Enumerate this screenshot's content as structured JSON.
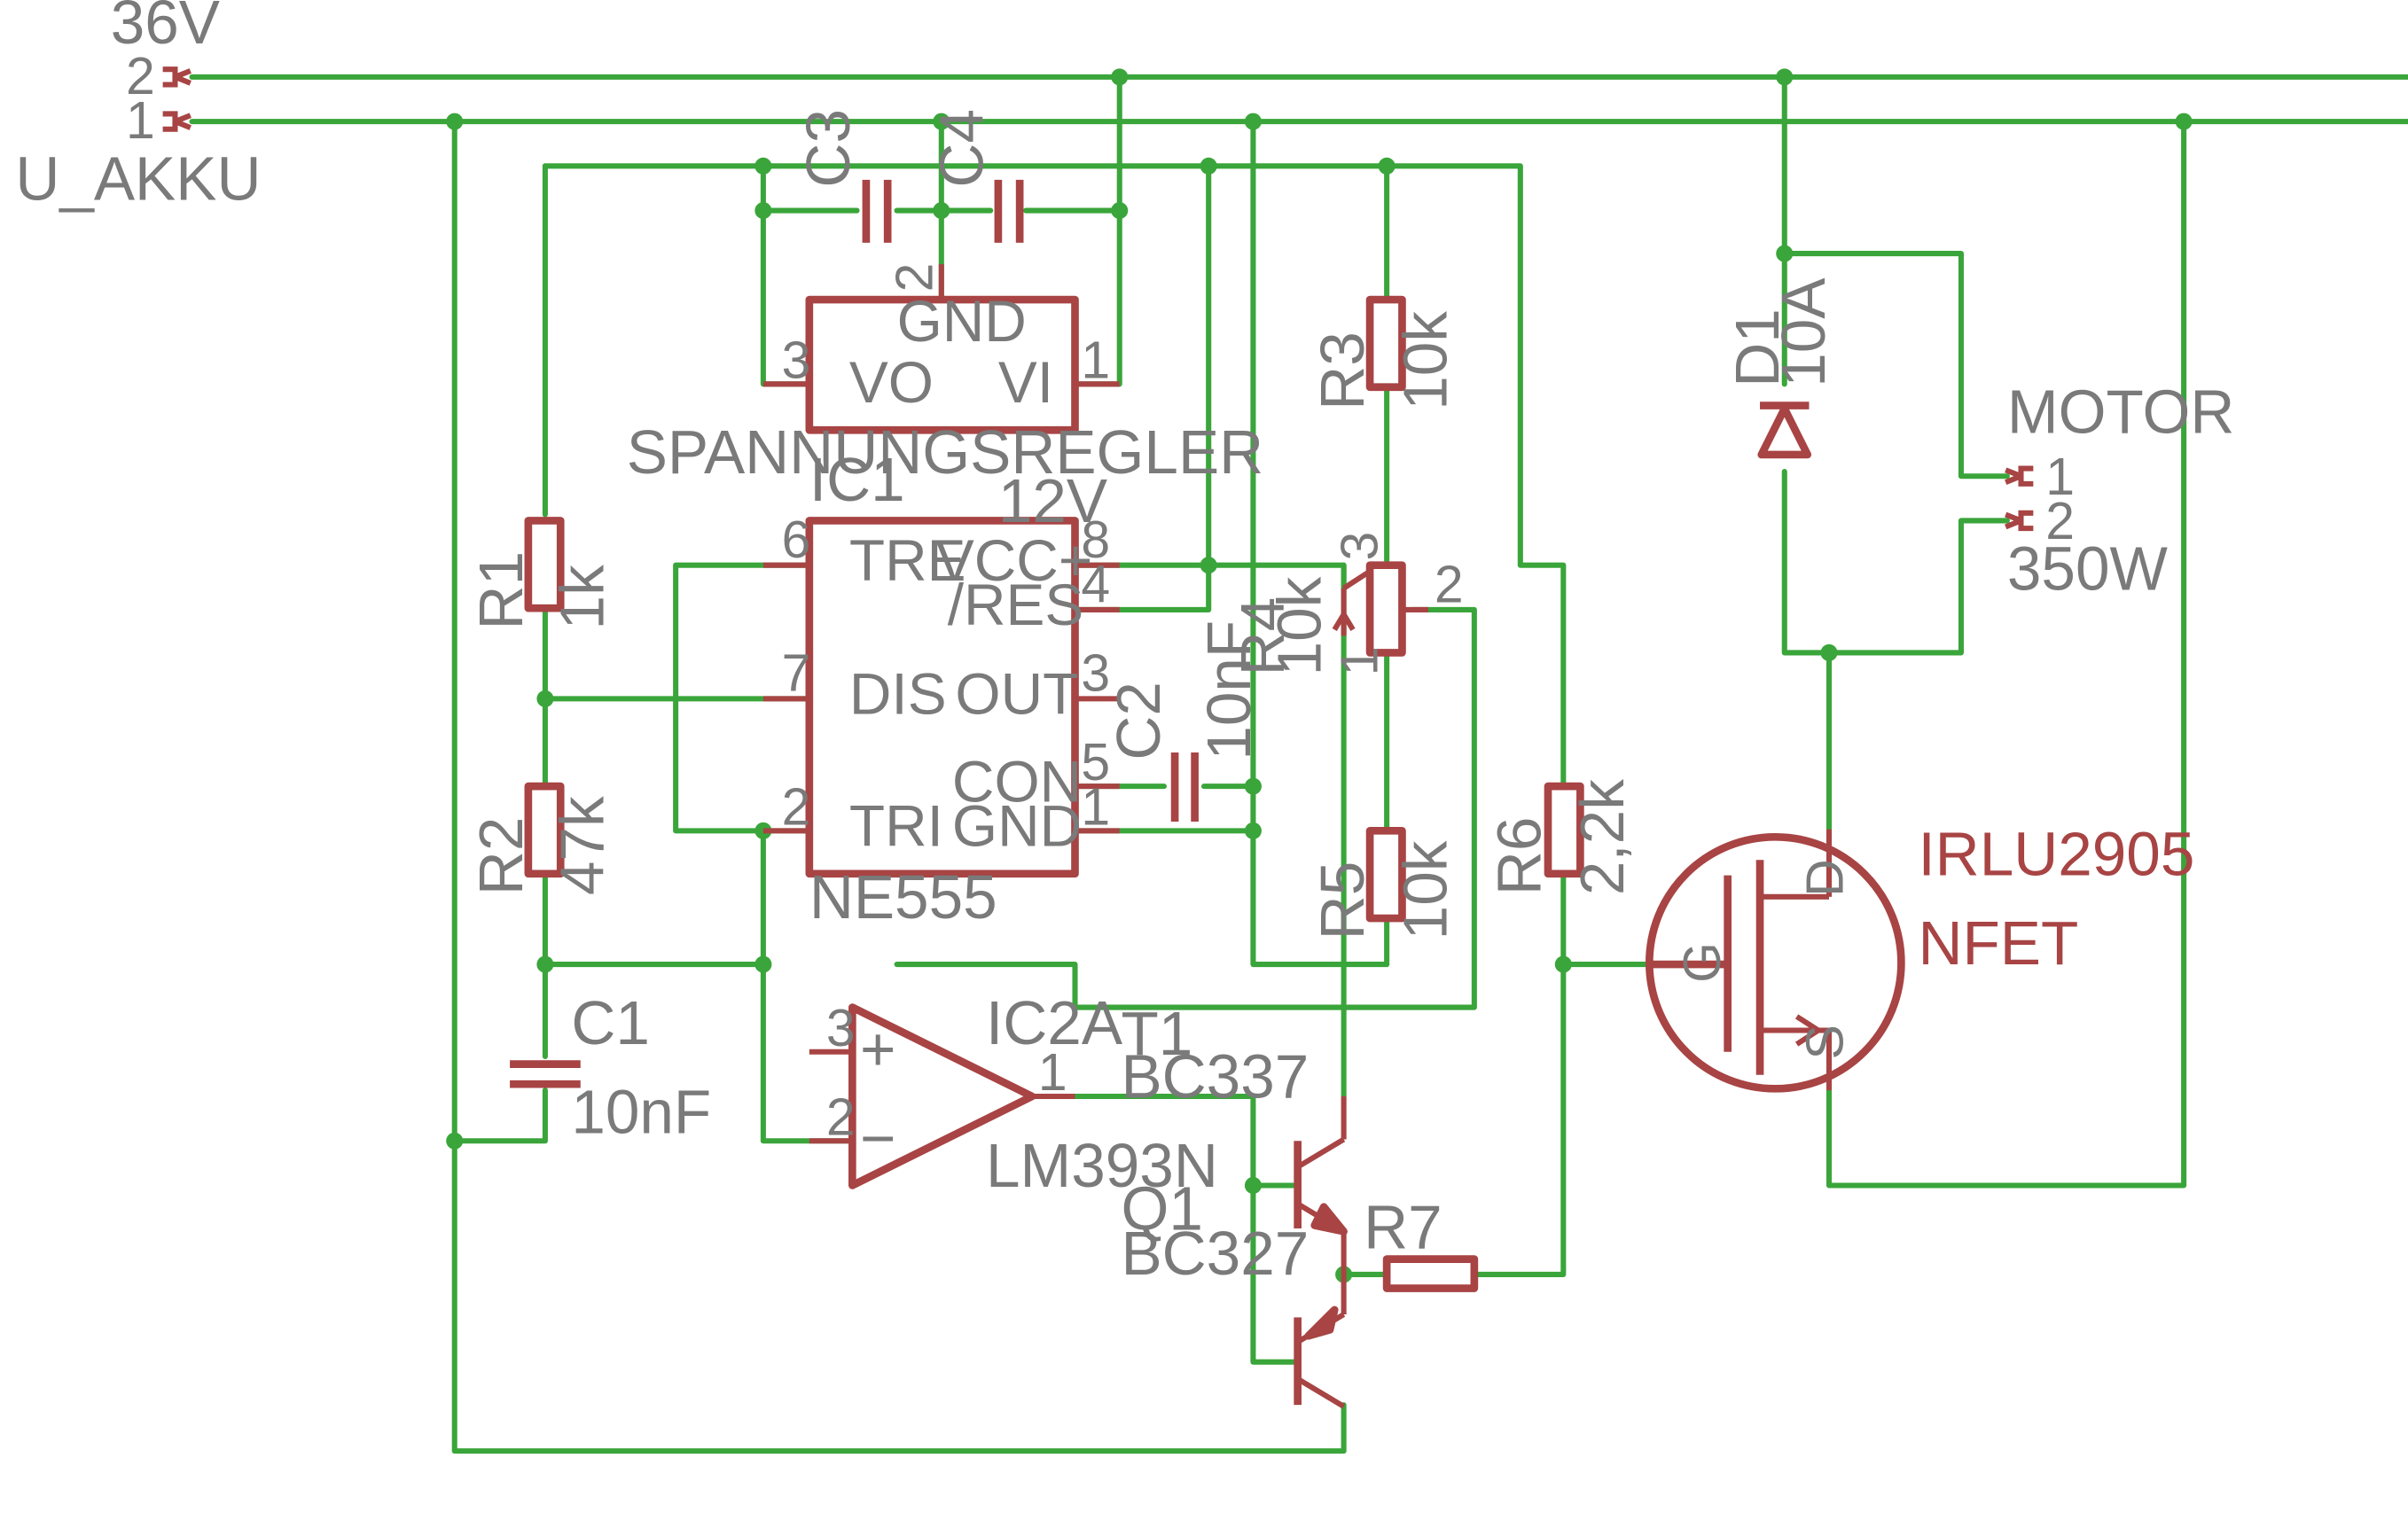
{
  "supply": {
    "voltage": "36V",
    "name": "U_AKKU",
    "pin2": "2",
    "pin1": "1"
  },
  "regulator": {
    "name": "SPANNUNGSREGLER",
    "gnd": "GND",
    "vo": "VO",
    "vi": "VI",
    "p1": "1",
    "p2": "2",
    "p3": "3"
  },
  "c3": {
    "name": "C3"
  },
  "c4": {
    "name": "C4"
  },
  "ic1": {
    "name": "IC1",
    "voltage": "12V",
    "part": "NE555",
    "tre": "TRE",
    "vcc": "VCC+",
    "res": "/RES",
    "dis": "DIS",
    "out": "OUT",
    "con": "CON",
    "tri": "TRI",
    "gnd": "GND",
    "p6": "6",
    "p8": "8",
    "p4": "4",
    "p7": "7",
    "p3": "3",
    "p5": "5",
    "p2": "2",
    "p1": "1"
  },
  "r1": {
    "name": "R1",
    "value": "1k"
  },
  "r2": {
    "name": "R2",
    "value": "47k"
  },
  "c1": {
    "name": "C1",
    "value": "10nF"
  },
  "c2": {
    "name": "C2",
    "value": "10nF"
  },
  "r3": {
    "name": "R3",
    "value": "10k"
  },
  "r4": {
    "name": "R4",
    "value": "10k",
    "p1": "1",
    "p2": "2",
    "p3": "3"
  },
  "r5": {
    "name": "R5",
    "value": "10k"
  },
  "r6": {
    "name": "R6",
    "value": "2,2k"
  },
  "r7": {
    "name": "R7"
  },
  "ic2": {
    "name": "IC2A",
    "part": "LM393N",
    "p1": "1",
    "p2": "2",
    "p3": "3",
    "plus": "+",
    "minus": "−"
  },
  "t1": {
    "name": "T1",
    "part": "BC337"
  },
  "q1": {
    "name": "Q1",
    "part": "BC327"
  },
  "d1": {
    "name": "D1",
    "value": "10A"
  },
  "motor": {
    "name": "MOTOR",
    "power": "350W",
    "p1": "1",
    "p2": "2"
  },
  "fet": {
    "part": "IRLU2905",
    "type": "NFET",
    "g": "G",
    "d": "D",
    "s": "S"
  }
}
